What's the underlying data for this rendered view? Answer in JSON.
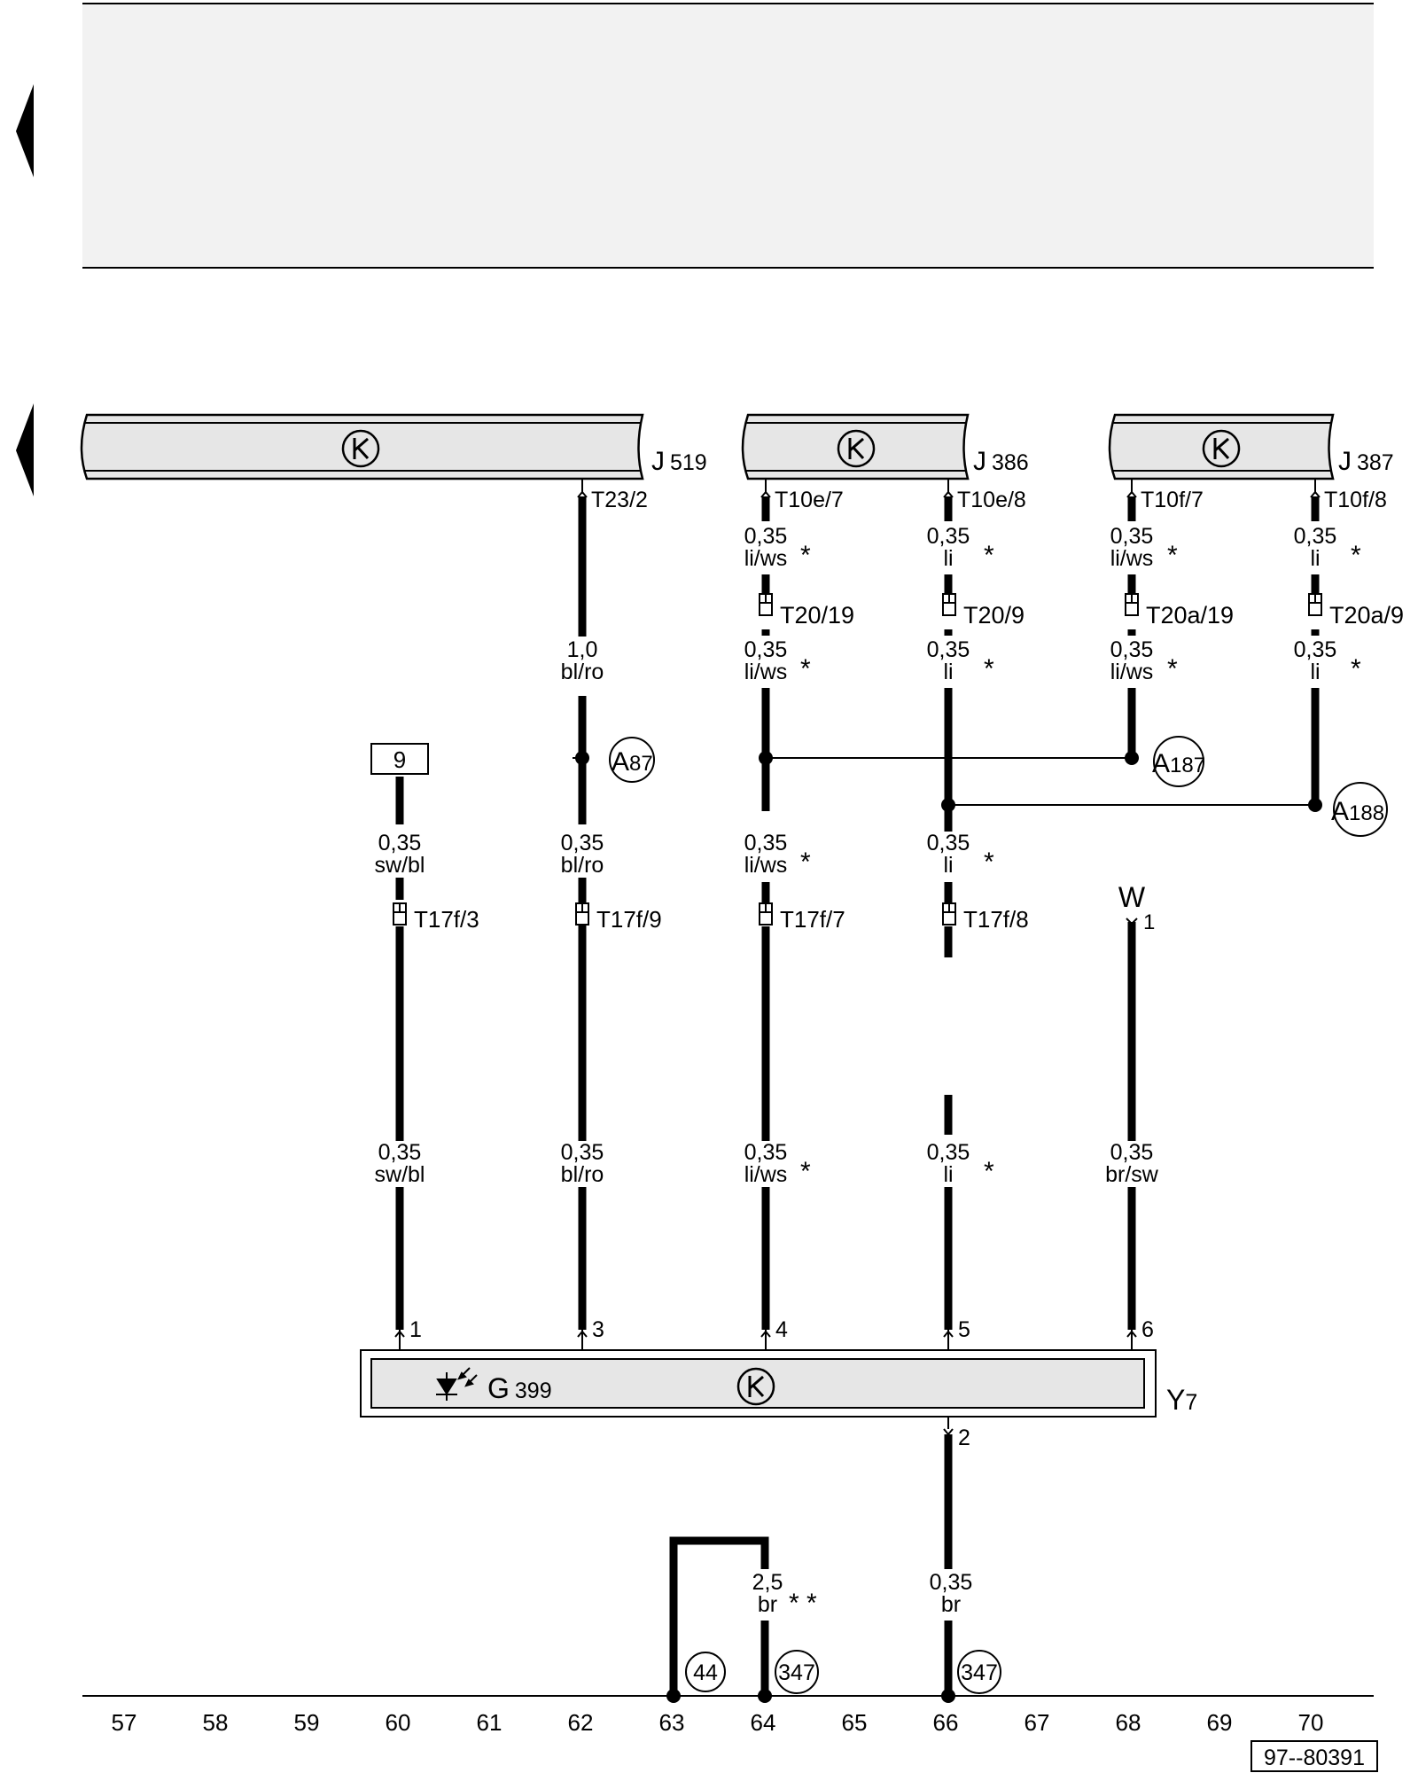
{
  "components": {
    "j519": {
      "label": "J",
      "sub": "519"
    },
    "j386": {
      "label": "J",
      "sub": "386"
    },
    "j387": {
      "label": "J",
      "sub": "387"
    },
    "g399": {
      "label": "G",
      "sub": "399"
    },
    "y7": {
      "label": "Y",
      "sub": "7"
    }
  },
  "connectors": {
    "t23_2": "T23/2",
    "t10e_7": "T10e/7",
    "t10e_8": "T10e/8",
    "t10f_7": "T10f/7",
    "t10f_8": "T10f/8",
    "t20_19": "T20/19",
    "t20_9": "T20/9",
    "t20a_19": "T20a/19",
    "t20a_9": "T20a/9",
    "t17f_3": "T17f/3",
    "t17f_9": "T17f/9",
    "t17f_7": "T17f/7",
    "t17f_8": "T17f/8"
  },
  "wires": {
    "w1_size": "0,35",
    "w1_color": "li/ws",
    "w1_note": "*",
    "w2_size": "0,35",
    "w2_color": "li",
    "w2_note": "*",
    "w3_size": "0,35",
    "w3_color": "li/ws",
    "w3_note": "*",
    "w4_size": "0,35",
    "w4_color": "li",
    "w4_note": "*",
    "w5_size": "1,0",
    "w5_color": "bl/ro",
    "w6_size": "0,35",
    "w6_color": "li/ws",
    "w6_note": "*",
    "w7_size": "0,35",
    "w7_color": "li",
    "w7_note": "*",
    "w8_size": "0,35",
    "w8_color": "li/ws",
    "w8_note": "*",
    "w9_size": "0,35",
    "w9_color": "li",
    "w9_note": "*",
    "w10_size": "0,35",
    "w10_color": "sw/bl",
    "w11_size": "0,35",
    "w11_color": "bl/ro",
    "w12_size": "0,35",
    "w12_color": "li/ws",
    "w12_note": "*",
    "w13_size": "0,35",
    "w13_color": "li",
    "w13_note": "*",
    "w14_size": "0,35",
    "w14_color": "sw/bl",
    "w15_size": "0,35",
    "w15_color": "bl/ro",
    "w16_size": "0,35",
    "w16_color": "li/ws",
    "w16_note": "*",
    "w17_size": "0,35",
    "w17_color": "li",
    "w17_note": "*",
    "w18_size": "0,35",
    "w18_color": "br/sw",
    "w19_size": "2,5",
    "w19_color": "br",
    "w19_note": "* *",
    "w20_size": "0,35",
    "w20_color": "br"
  },
  "junctions": {
    "a87": {
      "label": "A",
      "sub": "87"
    },
    "a187": {
      "label": "A",
      "sub": "187"
    },
    "a188": {
      "label": "A",
      "sub": "188"
    }
  },
  "refs": {
    "box9": "9",
    "c44": "44",
    "c347a": "347",
    "c347b": "347",
    "w_label": "W",
    "w_pin": "1"
  },
  "pins": {
    "p1": "1",
    "p3": "3",
    "p4": "4",
    "p5": "5",
    "p6": "6",
    "p2": "2"
  },
  "track_numbers": [
    "57",
    "58",
    "59",
    "60",
    "61",
    "62",
    "63",
    "64",
    "65",
    "66",
    "67",
    "68",
    "69",
    "70"
  ],
  "figure_code": "97--80391"
}
